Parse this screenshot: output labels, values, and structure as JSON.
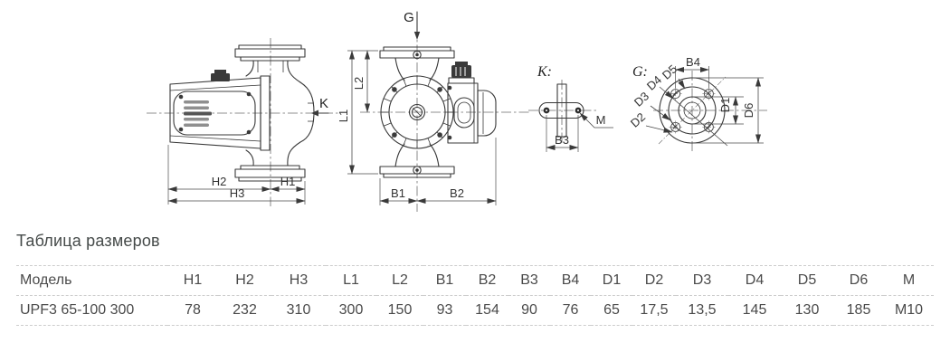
{
  "drawing": {
    "side": {
      "k": "K",
      "h1": "H1",
      "h2": "H2",
      "h3": "H3"
    },
    "front": {
      "g": "G",
      "l1": "L1",
      "l2": "L2",
      "b1": "B1",
      "b2": "B2"
    },
    "k_view": {
      "title": "K:",
      "b3": "B3",
      "m": "M"
    },
    "g_view": {
      "title": "G:",
      "b4": "B4",
      "d1": "D1",
      "d2": "D2",
      "d3": "D3",
      "d4": "D4",
      "d5": "D5",
      "d6": "D6"
    }
  },
  "table": {
    "heading": "Таблица размеров",
    "columns": [
      "Модель",
      "H1",
      "H2",
      "H3",
      "L1",
      "L2",
      "B1",
      "B2",
      "B3",
      "B4",
      "D1",
      "D2",
      "D3",
      "D4",
      "D5",
      "D6",
      "M"
    ],
    "rows": [
      [
        "UPF3 65-100 300",
        "78",
        "232",
        "310",
        "300",
        "150",
        "93",
        "154",
        "90",
        "76",
        "65",
        "17,5",
        "13,5",
        "145",
        "130",
        "185",
        "M10"
      ]
    ]
  },
  "colors": {
    "background": "#ffffff",
    "outline": "#383838",
    "dimension_line": "#4a4a4a",
    "label_text": "#333333",
    "table_text": "#4a4a4a",
    "table_border_dashed": "#cccccc",
    "heading_text": "#454a49"
  }
}
